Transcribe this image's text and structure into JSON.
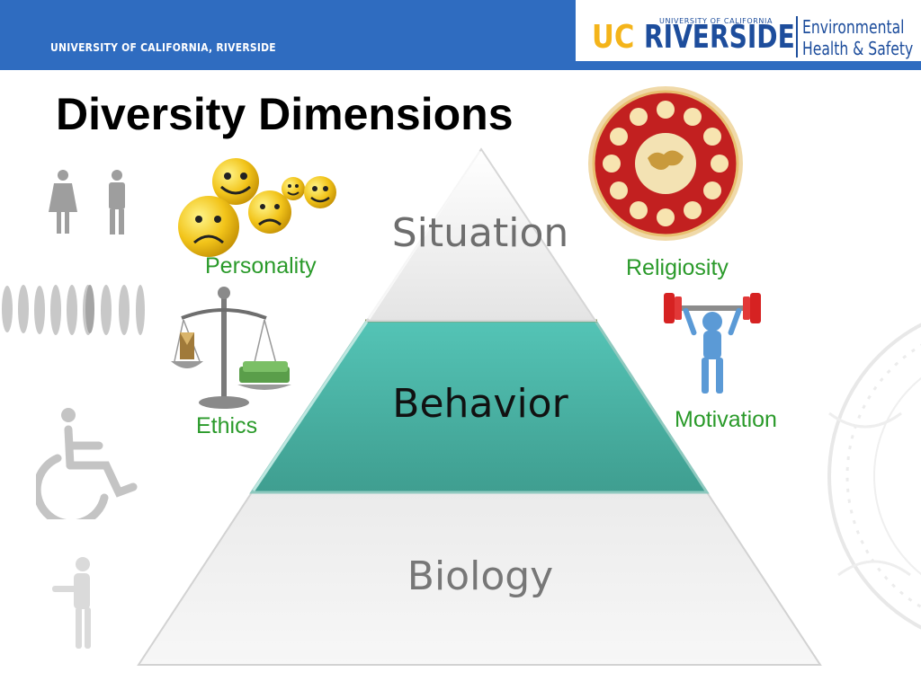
{
  "header": {
    "university_label": "UNIVERSITY OF CALIFORNIA, RIVERSIDE",
    "logo": {
      "uc": "UC",
      "riverside": "RIVERSIDE",
      "small_text": "UNIVERSITY OF CALIFORNIA",
      "dept_line1": "Environmental",
      "dept_line2": "Health & Safety"
    }
  },
  "slide": {
    "title": "Diversity Dimensions"
  },
  "pyramid": {
    "levels": [
      "Situation",
      "Behavior",
      "Biology"
    ]
  },
  "dimensions": {
    "personality": "Personality",
    "religiosity": "Religiosity",
    "ethics": "Ethics",
    "motivation": "Motivation"
  },
  "icons": [
    "gender-icon",
    "evolution-silhouettes-icon",
    "wheelchair-icon",
    "figure-icon",
    "smiley-faces-icon",
    "scales-icon",
    "religion-wheel-icon",
    "weightlifter-icon",
    "seal-watermark-icon"
  ],
  "colors": {
    "header_blue": "#2f6cc0",
    "brand_blue": "#1d4d9c",
    "brand_gold": "#f4b41a",
    "behavior_teal": "#5cc4b4",
    "label_green": "#2a9a2a"
  }
}
